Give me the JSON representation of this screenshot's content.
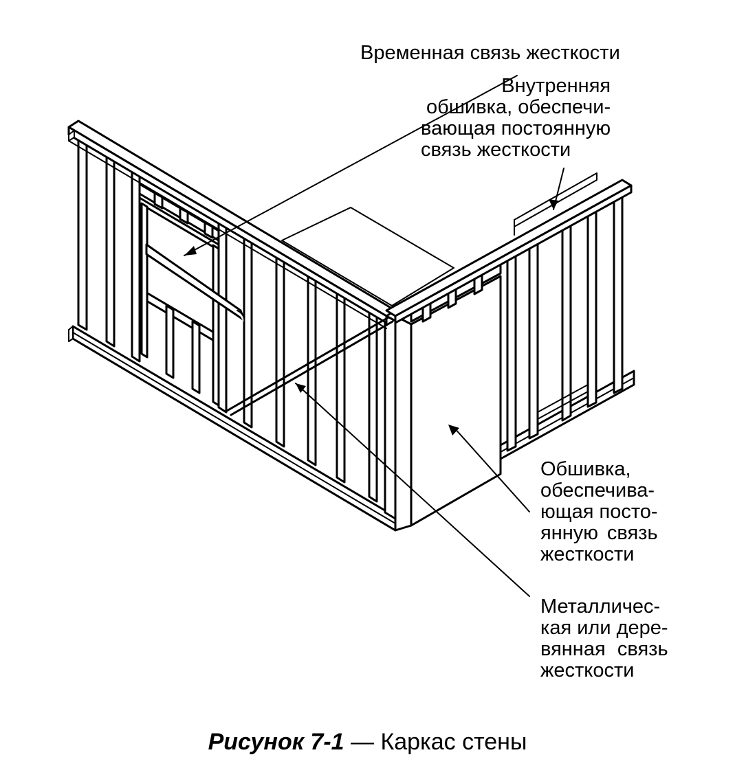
{
  "labels": {
    "temporary_bracing": "Временная связь жесткости",
    "interior_sheathing": [
      "Внутренняя",
      "обшивка, обеспечи-",
      "вающая постоянную",
      "связь жесткости"
    ],
    "sheathing": [
      "Обшивка,",
      "обеспечива-",
      "ющая посто-",
      "янную связь",
      "жесткости"
    ],
    "metal_or_wood_bracing": [
      "Металличес-",
      "кая или дере-",
      "вянная связь",
      "жесткости"
    ]
  },
  "caption": {
    "figure_number": "Рисунок 7-1",
    "separator": " — ",
    "title": "Каркас стены"
  }
}
